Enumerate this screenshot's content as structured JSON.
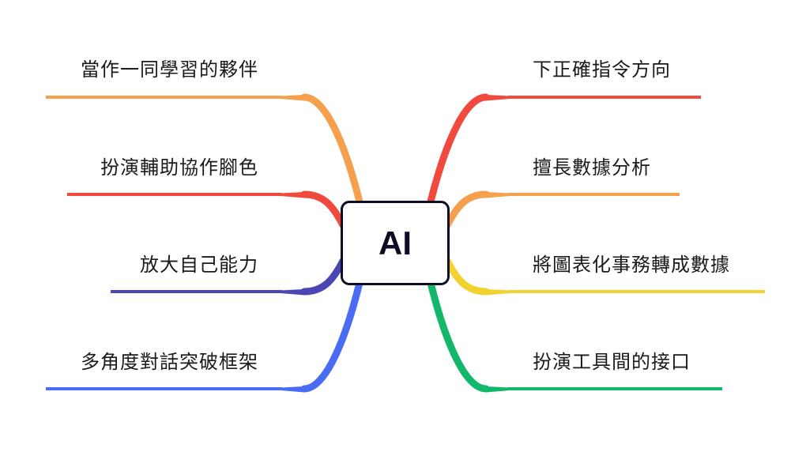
{
  "center": {
    "label": "AI"
  },
  "left_branches": [
    {
      "label": "當作一同學習的夥伴",
      "color": "#f4a04c"
    },
    {
      "label": "扮演輔助協作腳色",
      "color": "#f04a3e"
    },
    {
      "label": "放大自己能力",
      "color": "#4a47b5"
    },
    {
      "label": "多角度對話突破框架",
      "color": "#4a6cf4"
    }
  ],
  "right_branches": [
    {
      "label": "下正確指令方向",
      "color": "#f04a3e"
    },
    {
      "label": "擅長數據分析",
      "color": "#f4a04c"
    },
    {
      "label": "將圖表化事務轉成數據",
      "color": "#f1d22e"
    },
    {
      "label": "扮演工具間的接口",
      "color": "#12b76a"
    }
  ]
}
